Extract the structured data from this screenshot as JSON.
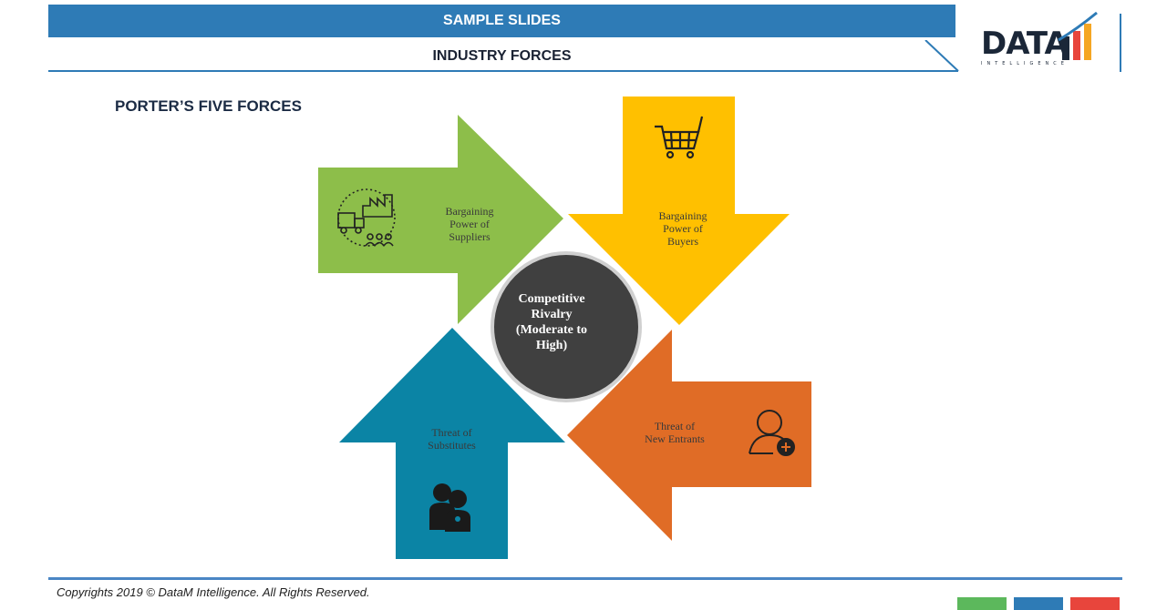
{
  "header": {
    "title": "SAMPLE SLIDES",
    "subtitle": "INDUSTRY FORCES",
    "colors": {
      "primary": "#2e7bb6"
    }
  },
  "logo": {
    "word": "DATA",
    "tagline": "INTELLIGENCE"
  },
  "section_title": "PORTER’S FIVE FORCES",
  "diagram": {
    "center": {
      "label": "Competitive\nRivalry\n(Moderate to\nHigh)",
      "color": "#404040"
    },
    "forces": [
      {
        "label": "Bargaining\nPower of\nSuppliers",
        "icon": "supply-chain-icon",
        "color": "#8dbe4a"
      },
      {
        "label": "Bargaining\nPower of\nBuyers",
        "icon": "shopping-cart-icon",
        "color": "#ffc000"
      },
      {
        "label": "Threat of\nNew Entrants",
        "icon": "add-user-icon",
        "color": "#e06c26"
      },
      {
        "label": "Threat of\nSubstitutes",
        "icon": "people-icon",
        "color": "#0b84a5"
      }
    ]
  },
  "footer": {
    "copyright": "Copyrights 2019 © DataM Intelligence. All Rights Reserved.",
    "nav_colors": [
      "#5cb85c",
      "#2e7bb6",
      "#e8453c"
    ]
  }
}
